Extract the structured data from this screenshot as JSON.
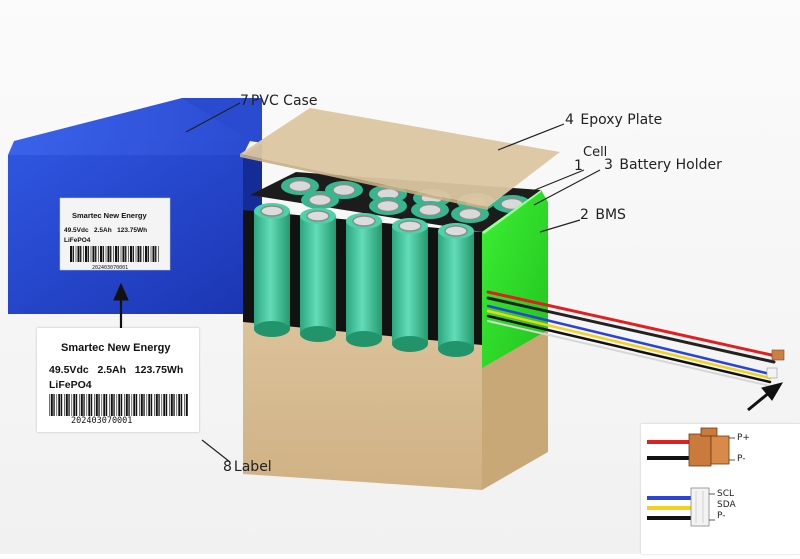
{
  "callouts": {
    "pvc_case": {
      "num": "7",
      "label": "PVC Case"
    },
    "epoxy_plate": {
      "num": "4",
      "label": "Epoxy Plate"
    },
    "cell": {
      "num": "1",
      "label": "Cell"
    },
    "battery_holder": {
      "num": "3",
      "label": "Battery Holder"
    },
    "bms": {
      "num": "2",
      "label": "BMS"
    },
    "label": {
      "num": "8",
      "label": "Label"
    }
  },
  "case_label": {
    "brand": "Smartec New Energy",
    "spec": "49.5Vdc   2.5Ah   123.75Wh",
    "chem": "LiFePO4",
    "serial": "202403070001"
  },
  "label_card": {
    "brand": "Smartec New Energy",
    "spec": "49.5Vdc   2.5Ah   123.75Wh",
    "chem": "LiFePO4",
    "serial": "202403070001"
  },
  "connector_inset": {
    "power": {
      "pos": "P+",
      "neg": "P-"
    },
    "signal": {
      "scl": "SCL",
      "sda": "SDA",
      "neg": "P-"
    }
  },
  "colors": {
    "pvc_blue": "#2346c8",
    "bms_green": "#2ee02a",
    "cell_green": "#3ec7a0",
    "cardboard": "#d9b98a",
    "wire_red": "#e02020",
    "wire_black": "#111111",
    "wire_yellow": "#f2d21c",
    "wire_blue": "#2a45d6"
  }
}
